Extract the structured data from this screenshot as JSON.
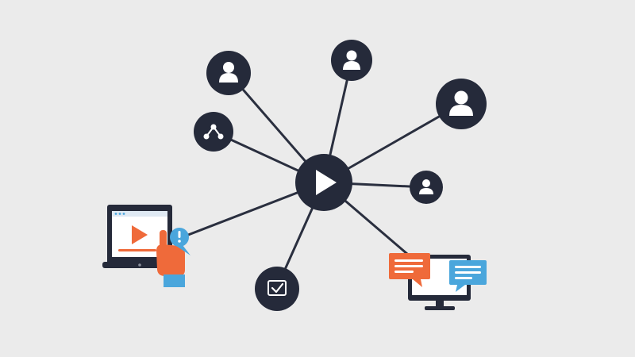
{
  "colors": {
    "background": "#ebebeb",
    "node": "#252a3a",
    "edge": "#2a2f3f",
    "icon": "#ffffff",
    "accent_orange": "#ef6a3a",
    "accent_blue": "#4aa6dc",
    "tablet_screen": "#ffffff",
    "tablet_bar": "#7fb9e3"
  },
  "nodes": [
    {
      "id": "center",
      "icon": "play-icon"
    },
    {
      "id": "user-top-left",
      "icon": "user-icon"
    },
    {
      "id": "user-top",
      "icon": "user-icon"
    },
    {
      "id": "user-right-large",
      "icon": "user-icon"
    },
    {
      "id": "user-right-small",
      "icon": "user-icon"
    },
    {
      "id": "share",
      "icon": "share-icon"
    },
    {
      "id": "checkbox",
      "icon": "checkbox-icon"
    },
    {
      "id": "tablet",
      "icon": "tablet-video-icon"
    },
    {
      "id": "monitor",
      "icon": "monitor-chat-icon"
    }
  ]
}
